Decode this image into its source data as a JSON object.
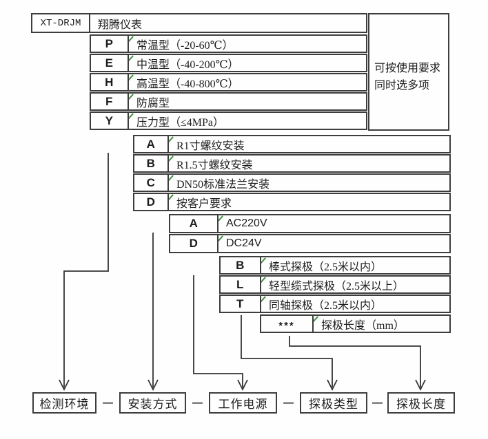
{
  "palette": {
    "border_color": "#3d3d3d",
    "text_color": "#1c1c1c",
    "corner_tick_green": "#3f9140",
    "connector_line": "#333333",
    "background": "#fefefe"
  },
  "title": {
    "model": "XT-DRJM",
    "brand": "翔腾仪表"
  },
  "side_note": {
    "line1": "可按使用要求",
    "line2": "同时选多项"
  },
  "levels": [
    {
      "id": "environment",
      "rows": [
        {
          "code": "P",
          "desc": "常温型（-20-60℃）"
        },
        {
          "code": "E",
          "desc": "中温型（-40-200℃）"
        },
        {
          "code": "H",
          "desc": "高温型（-40-800℃）"
        },
        {
          "code": "F",
          "desc": "防腐型"
        },
        {
          "code": "Y",
          "desc": "压力型（≤4MPa）"
        }
      ]
    },
    {
      "id": "installation",
      "rows": [
        {
          "code": "A",
          "desc": "R1寸螺纹安装"
        },
        {
          "code": "B",
          "desc": "R1.5寸螺纹安装"
        },
        {
          "code": "C",
          "desc": "DN50标准法兰安装"
        },
        {
          "code": "D",
          "desc": "按客户要求"
        }
      ]
    },
    {
      "id": "power",
      "rows": [
        {
          "code": "A",
          "desc": "AC220V"
        },
        {
          "code": "D",
          "desc": "DC24V"
        }
      ]
    },
    {
      "id": "probe-type",
      "rows": [
        {
          "code": "B",
          "desc": "棒式探极（2.5米以内）"
        },
        {
          "code": "L",
          "desc": "轻型缆式探极（2.5米以上）"
        },
        {
          "code": "T",
          "desc": "同轴探极（2.5米以内）"
        }
      ]
    },
    {
      "id": "probe-length",
      "rows": [
        {
          "code": "***",
          "desc": "探极长度（mm）"
        }
      ]
    }
  ],
  "footer": {
    "separator": "—",
    "labels": [
      "检测环境",
      "安装方式",
      "工作电源",
      "探极类型",
      "探极长度"
    ]
  }
}
